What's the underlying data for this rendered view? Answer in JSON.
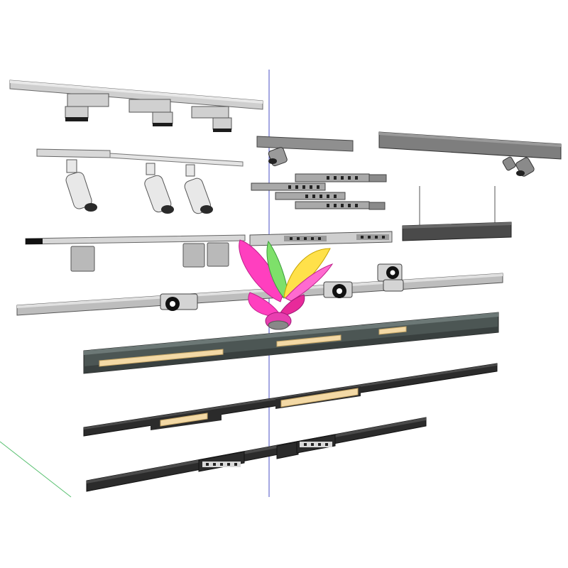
{
  "viewport": {
    "background": "#ffffff",
    "axis_colors": {
      "vertical": "#4a4fc4",
      "ground": "#58c070"
    }
  },
  "models": [
    {
      "id": "track-white-spot-row",
      "color": "#c8c8c8"
    },
    {
      "id": "track-white-cylinder-row",
      "color": "#d6d6d6"
    },
    {
      "id": "track-white-downlight-row",
      "color": "#bdbdbd"
    },
    {
      "id": "magnetic-grey-short",
      "color": "#8c8c8c"
    },
    {
      "id": "magnetic-grey-long",
      "color": "#7d7d7d"
    },
    {
      "id": "pendant-linear-dark",
      "color": "#4a4a4a"
    },
    {
      "id": "grille-modules",
      "color": "#a8a8a8"
    },
    {
      "id": "rail-silver-round-spots",
      "color": "#b8b8b8"
    },
    {
      "id": "rail-dark-linear-light",
      "color": "#4b5553",
      "light": "#f3d9a6"
    },
    {
      "id": "rail-black-linear-light",
      "color": "#2a2a2a",
      "light": "#f3d9a6"
    },
    {
      "id": "rail-black-grille",
      "color": "#2d2d2d"
    }
  ],
  "decoration": {
    "name": "feather-shuttlecock",
    "colors": [
      "#ff3fbf",
      "#ffe14a",
      "#7ee06a",
      "#e82a9a"
    ]
  }
}
